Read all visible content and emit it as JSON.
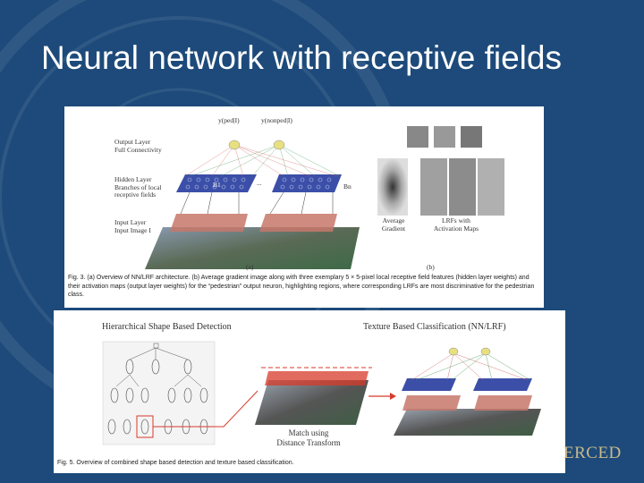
{
  "slide": {
    "title": "Neural network with receptive fields",
    "logo_text": "ERCED"
  },
  "figure1": {
    "labels": {
      "output_top": "Output Layer",
      "output_sub": "Full Connectivity",
      "hidden_top": "Hidden Layer",
      "hidden_sub1": "Branches of local",
      "hidden_sub2": "receptive fields",
      "input_top": "Input Layer",
      "input_sub": "Input Image I",
      "node1": "y(ped|I)",
      "node2": "y(nonped|I)",
      "b1": "B1",
      "bn": "Bn",
      "dots": "...",
      "avg_gradient1": "Average",
      "avg_gradient2": "Gradient",
      "lrf1": "LRFs with",
      "lrf2": "Activation Maps",
      "panel_a": "(a)",
      "panel_b": "(b)"
    },
    "caption": "Fig. 3. (a) Overview of NN/LRF architecture. (b) Average gradient image along with three exemplary 5 × 5-pixel local receptive field features (hidden layer weights) and their activation maps (output layer weights) for the “pedestrian” output neuron, highlighting regions, where corresponding LRFs are most discriminative for the pedestrian class."
  },
  "figure2": {
    "left_header": "Hierarchical Shape Based Detection",
    "right_header": "Texture Based Classification (NN/LRF)",
    "match_label1": "Match using",
    "match_label2": "Distance Transform",
    "caption": "Fig. 5. Overview of combined shape based detection and texture based classification."
  },
  "colors": {
    "background": "#1d4a7a",
    "title": "#ffffff",
    "layer_blue": "#3b4fa8",
    "node_yellow": "#e8e080",
    "highlight_red": "#d83a2a"
  }
}
